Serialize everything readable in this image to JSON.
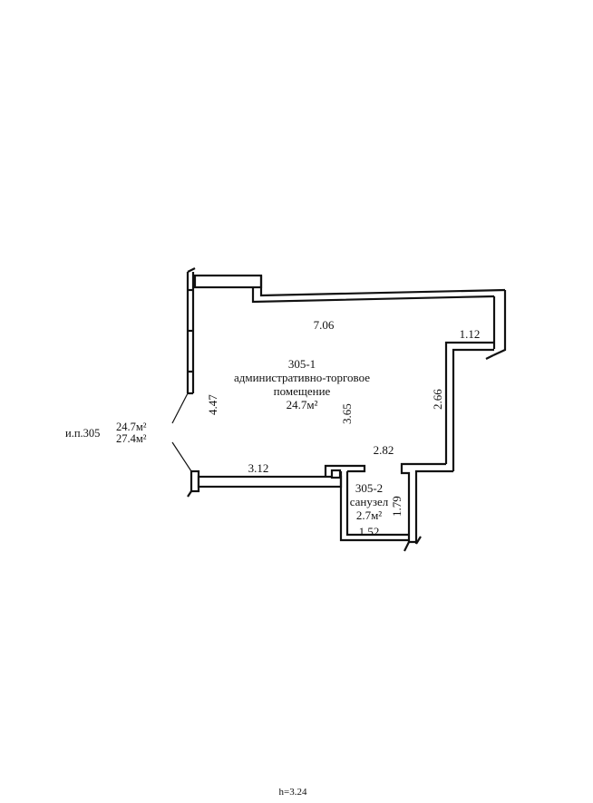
{
  "plan": {
    "unit_label": "и.п.305",
    "unit_area_1": "24.7м²",
    "unit_area_2": "27.4м²",
    "ceiling_height": "h=3.24",
    "rooms": [
      {
        "id": "305-1",
        "name_line1": "административно-торговое",
        "name_line2": "помещение",
        "area": "24.7м²"
      },
      {
        "id": "305-2",
        "name_line1": "санузел",
        "area": "2.7м²"
      }
    ],
    "dimensions": {
      "top_wall": "7.06",
      "right_step": "1.12",
      "right_lower_wall": "2.66",
      "left_wall": "4.47",
      "center_height": "3.65",
      "bottom_left_wall": "3.12",
      "bottom_middle": "2.82",
      "bath_height": "1.79",
      "bath_width": "1.52"
    },
    "colors": {
      "ink": "#111111",
      "background": "#ffffff"
    }
  }
}
